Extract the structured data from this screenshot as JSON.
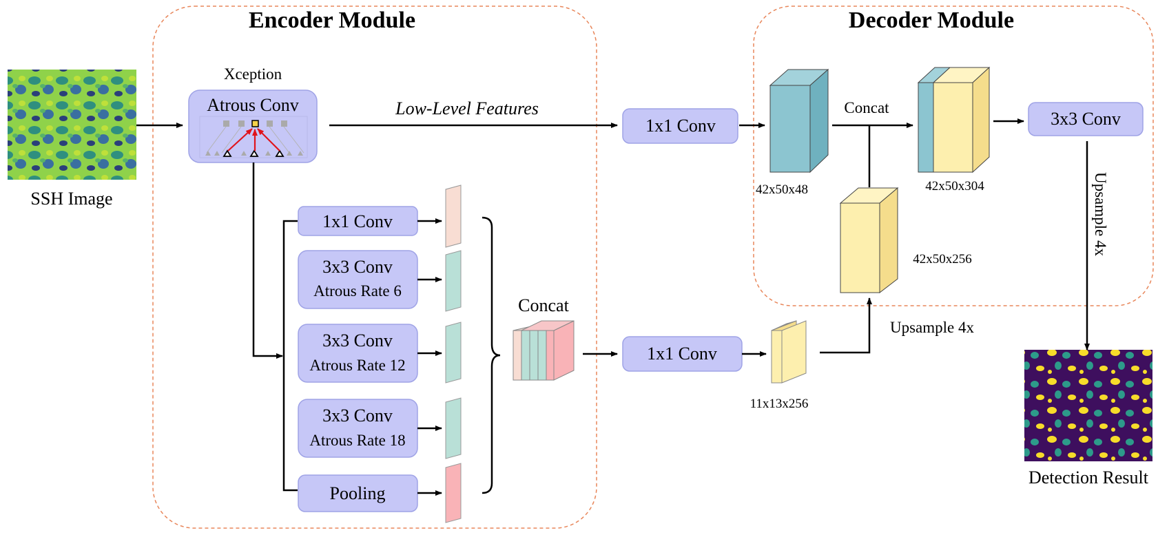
{
  "modules": {
    "encoder_title": "Encoder Module",
    "decoder_title": "Decoder Module"
  },
  "input": {
    "label": "SSH Image"
  },
  "output": {
    "label": "Detection Result"
  },
  "backbone": {
    "caption": "Xception",
    "label": "Atrous Conv"
  },
  "low_level": {
    "label": "Low-Level Features"
  },
  "aspp": {
    "branches": [
      {
        "line1": "1x1 Conv",
        "line2": ""
      },
      {
        "line1": "3x3 Conv",
        "line2": "Atrous Rate 6"
      },
      {
        "line1": "3x3 Conv",
        "line2": "Atrous Rate 12"
      },
      {
        "line1": "3x3 Conv",
        "line2": "Atrous Rate 18"
      },
      {
        "line1": "Pooling",
        "line2": ""
      }
    ],
    "concat_label": "Concat",
    "post_conv": "1x1 Conv"
  },
  "decoder": {
    "low_conv": "1x1 Conv",
    "concat_label": "Concat",
    "final_conv": "3x3 Conv",
    "upsample_mid": "Upsample 4x",
    "upsample_final": "Upsample 4x",
    "dims": {
      "low": "42x50x48",
      "concat": "42x50x304",
      "up": "42x50x256",
      "aspp_out": "11x13x256"
    }
  },
  "colors": {
    "box_fill": "#c6c7f7",
    "dashed_border": "#e8865a",
    "teal_block": "#8cc5d0",
    "yellow_block": "#fdefae",
    "mint_block": "#b9e0d7",
    "peach_block": "#f8ddd3",
    "pink_block": "#f9b3b7",
    "arrow_red": "#e0141c"
  }
}
